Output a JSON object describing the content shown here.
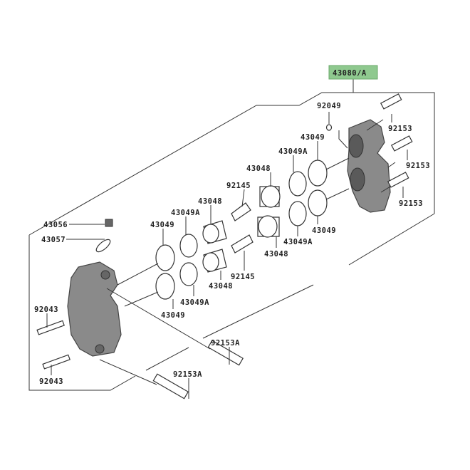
{
  "diagram": {
    "assembly_label": "43080/A",
    "highlight_color": "#8fc98f",
    "labels": {
      "washer": "92049",
      "bolt_r1": "92153",
      "bolt_r2": "92153",
      "bolt_r3": "92153",
      "seal_r_top": "43049",
      "dustseal_r_top": "43049A",
      "piston_r_top": "43048",
      "seal_r_bot": "43049",
      "dustseal_r_bot": "43049A",
      "piston_r_bot": "43048",
      "spring_top": "92145",
      "spring_bot": "92145",
      "piston_l_top": "43048",
      "dustseal_l_top": "43049A",
      "seal_l_top": "43049",
      "piston_l_bot": "43048",
      "dustseal_l_bot": "43049A",
      "seal_l_bot": "43049",
      "bleeder": "43056",
      "cap": "43057",
      "pin_top": "92043",
      "pin_bot": "92043",
      "bolt_a1": "92153A",
      "bolt_a2": "92153A"
    }
  }
}
